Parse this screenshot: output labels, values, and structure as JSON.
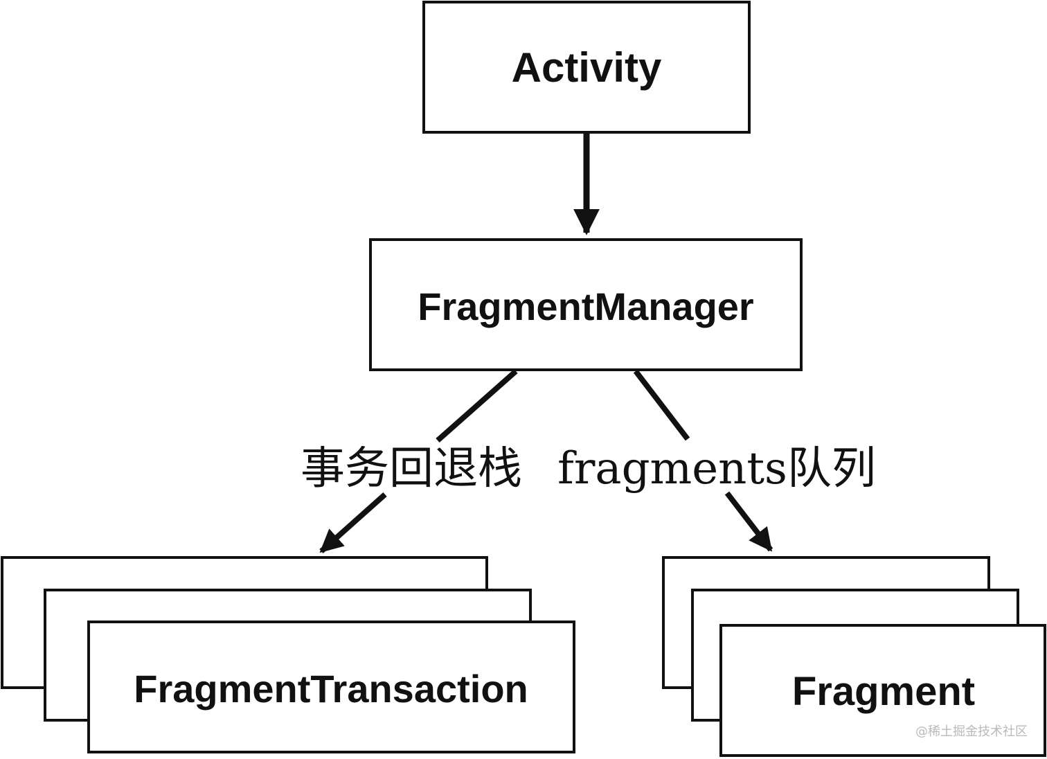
{
  "nodes": {
    "activity": "Activity",
    "fragment_manager": "FragmentManager",
    "fragment_transaction": "FragmentTransaction",
    "fragment": "Fragment"
  },
  "edges": {
    "back_stack_label": "事务回退栈",
    "fragments_queue_label": "fragments队列"
  },
  "watermark": "@稀土掘金技术社区"
}
